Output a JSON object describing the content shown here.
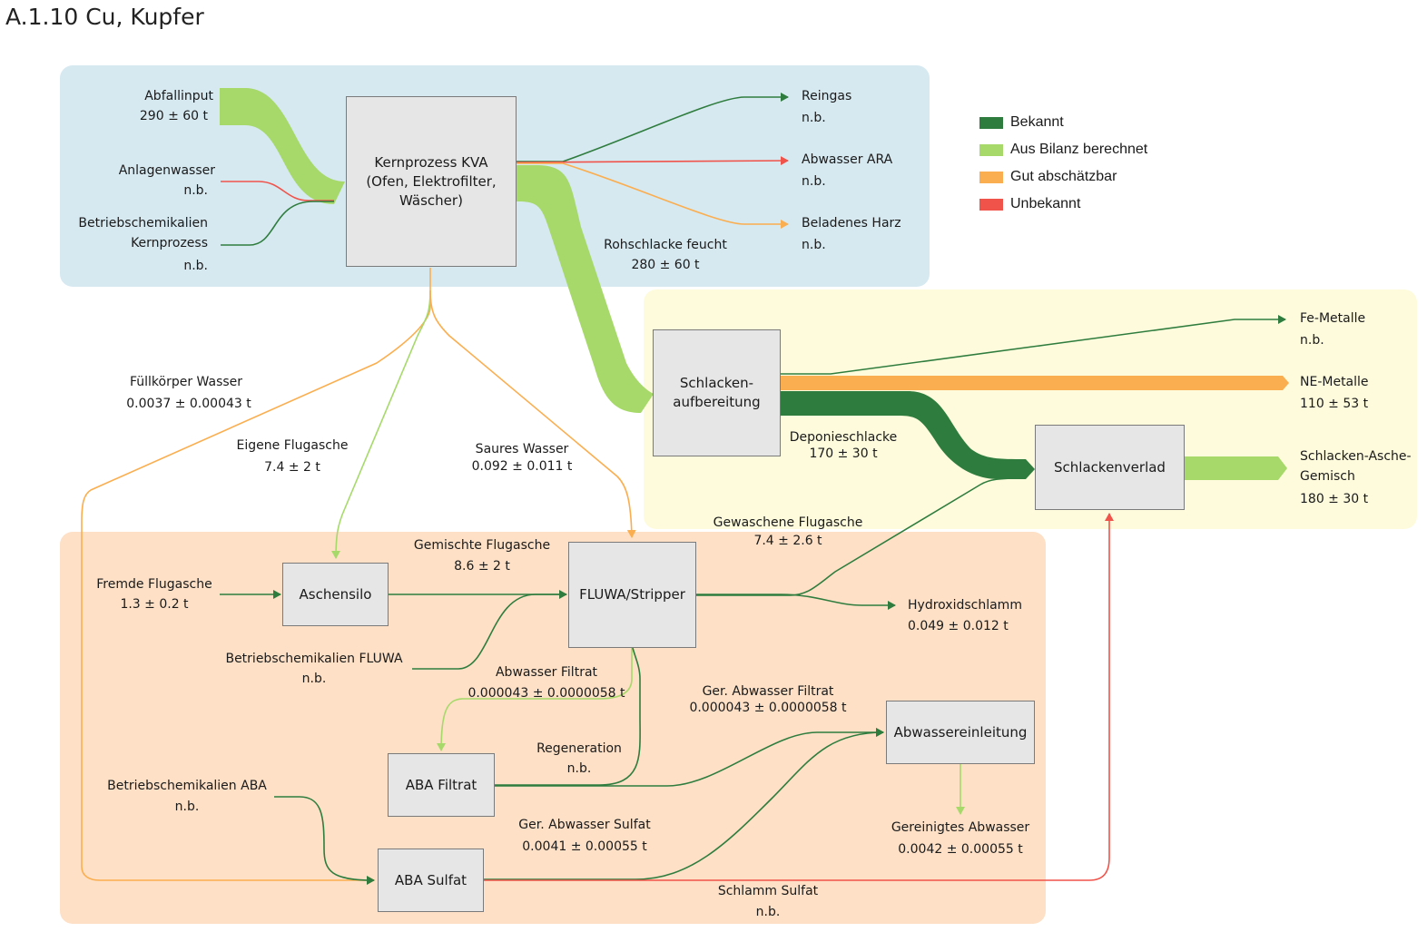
{
  "title": "A.1.10  Cu, Kupfer",
  "colors": {
    "known": "#2f7d3e",
    "balance": "#a6d96a",
    "estimable": "#fbae4f",
    "unknown": "#f0534a",
    "region_blue": "#d6e9f1",
    "region_yellow": "#fefbdc",
    "region_orange": "#fde0c6"
  },
  "legend": [
    {
      "label": "Bekannt",
      "color": "#2f7d3e"
    },
    {
      "label": "Aus Bilanz berechnet",
      "color": "#a6d96a"
    },
    {
      "label": "Gut abschätzbar",
      "color": "#fbae4f"
    },
    {
      "label": "Unbekannt",
      "color": "#f0534a"
    }
  ],
  "processes": {
    "kva": "Kernprozess KVA\n(Ofen, Elektrofilter,\nWäscher)",
    "schlackenaufbereitung": "Schlacken-\naufbereitung",
    "schlackenverlad": "Schlackenverlad",
    "aschensilo": "Aschensilo",
    "fluwa": "FLUWA/Stripper",
    "aba_filtrat": "ABA Filtrat",
    "aba_sulfat": "ABA Sulfat",
    "abwassereinleitung": "Abwassereinleitung"
  },
  "flows": {
    "abfallinput": {
      "name": "Abfallinput",
      "value": "290 ± 60 t"
    },
    "anlagenwasser": {
      "name": "Anlagenwasser",
      "value": "n.b."
    },
    "betriebschemikalien_kern": {
      "name": "Betriebschemikalien",
      "name2": "Kernprozess",
      "value": "n.b."
    },
    "reingas": {
      "name": "Reingas",
      "value": "n.b."
    },
    "abwasser_ara": {
      "name": "Abwasser ARA",
      "value": "n.b."
    },
    "beladenes_harz": {
      "name": "Beladenes Harz",
      "value": "n.b."
    },
    "rohschlacke": {
      "name": "Rohschlacke feucht",
      "value": "280 ± 60 t"
    },
    "fe_metalle": {
      "name": "Fe-Metalle",
      "value": "n.b."
    },
    "ne_metalle": {
      "name": "NE-Metalle",
      "value": "110 ± 53 t"
    },
    "deponieschlacke": {
      "name": "Deponieschlacke",
      "value": "170 ± 30 t"
    },
    "schlacken_asche": {
      "name": "Schlacken-Asche-",
      "name2": "Gemisch",
      "value": "180 ± 30 t"
    },
    "fuellkoerper": {
      "name": "Füllkörper Wasser",
      "value": "0.0037 ± 0.00043 t"
    },
    "eigene_flugasche": {
      "name": "Eigene Flugasche",
      "value": "7.4 ± 2 t"
    },
    "saures_wasser": {
      "name": "Saures Wasser",
      "value": "0.092 ± 0.011 t"
    },
    "gewaschene_flugasche": {
      "name": "Gewaschene Flugasche",
      "value": "7.4 ± 2.6 t"
    },
    "fremde_flugasche": {
      "name": "Fremde Flugasche",
      "value": "1.3 ± 0.2 t"
    },
    "gemischte_flugasche": {
      "name": "Gemischte Flugasche",
      "value": "8.6 ± 2 t"
    },
    "hydroxidschlamm": {
      "name": "Hydroxidschlamm",
      "value": "0.049 ± 0.012 t"
    },
    "betriebschemikalien_fluwa": {
      "name": "Betriebschemikalien FLUWA",
      "value": "n.b."
    },
    "abwasser_filtrat": {
      "name": "Abwasser Filtrat",
      "value": "0.000043 ± 0.0000058 t"
    },
    "ger_abwasser_filtrat": {
      "name": "Ger. Abwasser Filtrat",
      "value": "0.000043 ± 0.0000058 t"
    },
    "regeneration": {
      "name": "Regeneration",
      "value": "n.b."
    },
    "betriebschemikalien_aba": {
      "name": "Betriebschemikalien ABA",
      "value": "n.b."
    },
    "ger_abwasser_sulfat": {
      "name": "Ger. Abwasser Sulfat",
      "value": "0.0041 ± 0.00055 t"
    },
    "gereinigtes_abwasser": {
      "name": "Gereinigtes Abwasser",
      "value": "0.0042 ± 0.00055 t"
    },
    "schlamm_sulfat": {
      "name": "Schlamm Sulfat",
      "value": "n.b."
    }
  }
}
